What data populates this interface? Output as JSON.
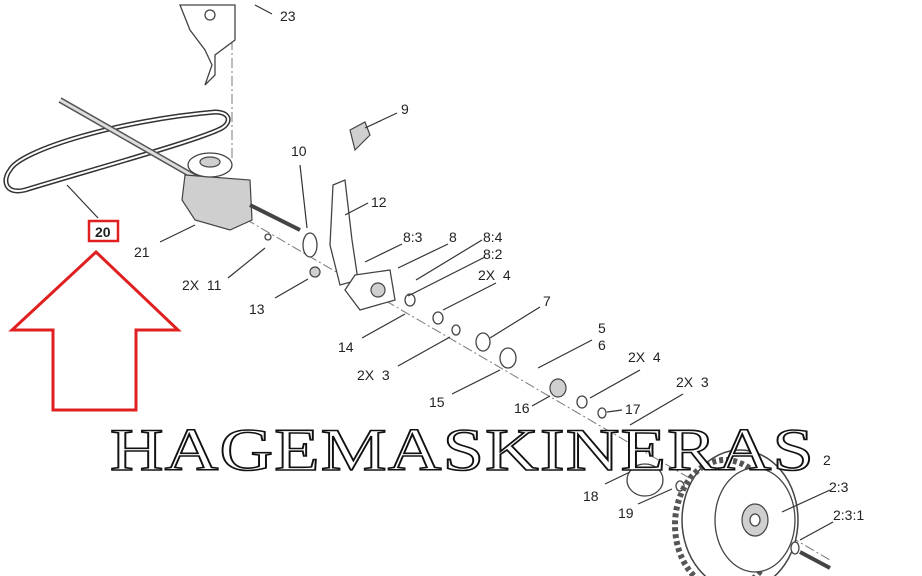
{
  "diagram": {
    "highlighted_part": "20",
    "highlight_color": "#e02020",
    "watermark": "HAGEMASKINERAS",
    "labels": {
      "p23": "23",
      "p9": "9",
      "p10": "10",
      "p12": "12",
      "p8_3": "8:3",
      "p8": "8",
      "p8_4": "8:4",
      "p8_2": "8:2",
      "p2x4a": "2X  4",
      "p7": "7",
      "p20": "20",
      "p21": "21",
      "p2x11": "2X  11",
      "p13": "13",
      "p14": "14",
      "p2x3a": "2X  3",
      "p5": "5",
      "p6": "6",
      "p2x4b": "2X  4",
      "p15": "15",
      "p2x3b": "2X  3",
      "p16": "16",
      "p17": "17",
      "p2": "2",
      "p18": "18",
      "p2_3": "2:3",
      "p19": "19",
      "p2_3_1": "2:3:1"
    }
  }
}
